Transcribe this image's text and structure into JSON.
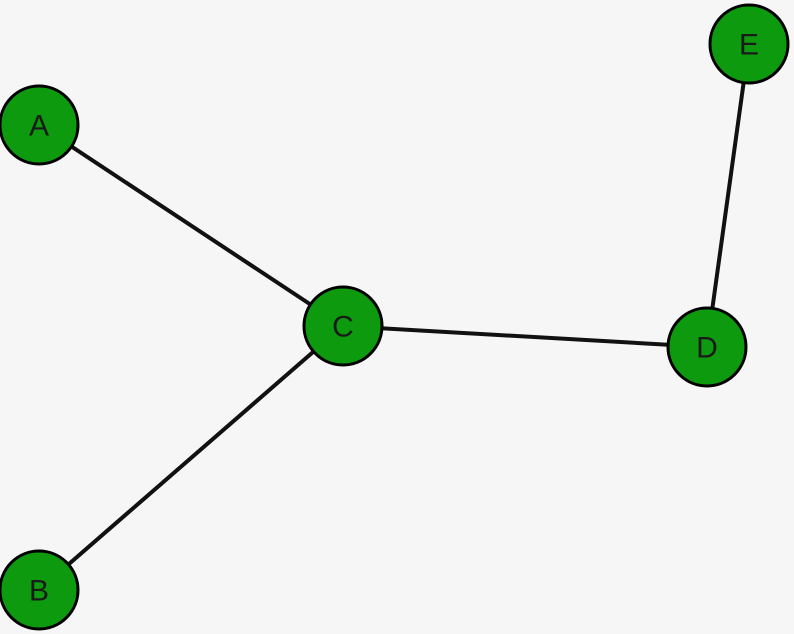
{
  "graph": {
    "colors": {
      "background": "#f6f6f6",
      "node_fill": "#0e9a0e",
      "node_stroke": "#000000",
      "edge": "#111111",
      "label": "#1a1a1a"
    },
    "nodes": [
      {
        "id": "A",
        "label": "A"
      },
      {
        "id": "B",
        "label": "B"
      },
      {
        "id": "C",
        "label": "C"
      },
      {
        "id": "D",
        "label": "D"
      },
      {
        "id": "E",
        "label": "E"
      }
    ],
    "edges": [
      {
        "from": "A",
        "to": "C"
      },
      {
        "from": "B",
        "to": "C"
      },
      {
        "from": "C",
        "to": "D"
      },
      {
        "from": "D",
        "to": "E"
      }
    ]
  }
}
